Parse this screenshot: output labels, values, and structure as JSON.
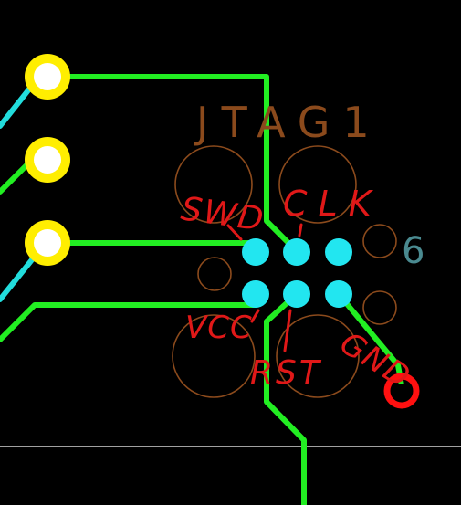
{
  "designator": "JTAG1",
  "pin_count_label": "6",
  "annotations": {
    "swd": "SWD",
    "clk": "CLK",
    "vcc": "VCC",
    "rst": "RST",
    "gnd": "GND"
  },
  "colors": {
    "background": "#000000",
    "silkscreen": "#8b4a1c",
    "copper_top": "#22ee22",
    "copper_bottom": "#22dddd",
    "pad": "#22e6f0",
    "via_ring": "#ffee00",
    "via_hole": "#ffffff",
    "annotation": "#e01818",
    "highlight_via": "#ff1010",
    "pin_label": "#4a8a90",
    "board_edge": "#ffffff"
  }
}
